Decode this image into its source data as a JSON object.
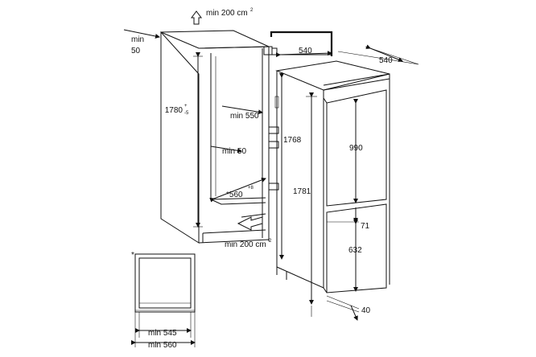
{
  "diagram": {
    "niche": {
      "top_ventilation": "min 200 cm",
      "top_ventilation_sup": "2",
      "side_gap": "min",
      "side_gap_value": "50",
      "height": "1780",
      "height_tol_top": "+",
      "height_tol_bottom": "-5",
      "depth_min": "min 550",
      "rear_gap": "min 50",
      "width": "*560",
      "width_tol": "+8",
      "bottom_ventilation": "min 200 cm",
      "bottom_ventilation_sup": "2"
    },
    "appliance": {
      "width": "540",
      "depth": "540",
      "overall_height": "1768",
      "body_height": "1781",
      "fridge_door": "990",
      "gap": "71",
      "freezer_door": "632",
      "plinth": "40"
    },
    "section": {
      "asterisk": "*",
      "min_depth_1": "min 545",
      "min_depth_2": "min 560"
    }
  }
}
